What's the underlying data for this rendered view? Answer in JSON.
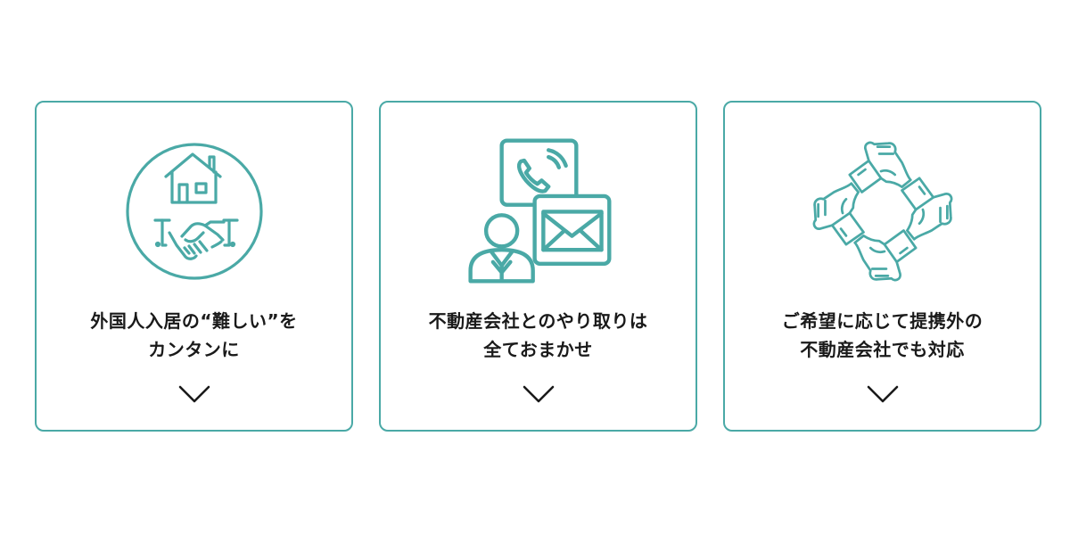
{
  "theme": {
    "accent": "#4aa9a6",
    "text": "#1a1a1a",
    "background": "#ffffff"
  },
  "cards": [
    {
      "icon": "house-handshake-icon",
      "title_line1": "外国人入居の“難しい”を",
      "title_line2": "カンタンに",
      "toggle_icon": "chevron-down-icon"
    },
    {
      "icon": "contact-phone-mail-icon",
      "title_line1": "不動産会社とのやり取りは",
      "title_line2": "全ておまかせ",
      "toggle_icon": "chevron-down-icon"
    },
    {
      "icon": "joined-hands-icon",
      "title_line1": "ご希望に応じて提携外の",
      "title_line2": "不動産会社でも対応",
      "toggle_icon": "chevron-down-icon"
    }
  ]
}
